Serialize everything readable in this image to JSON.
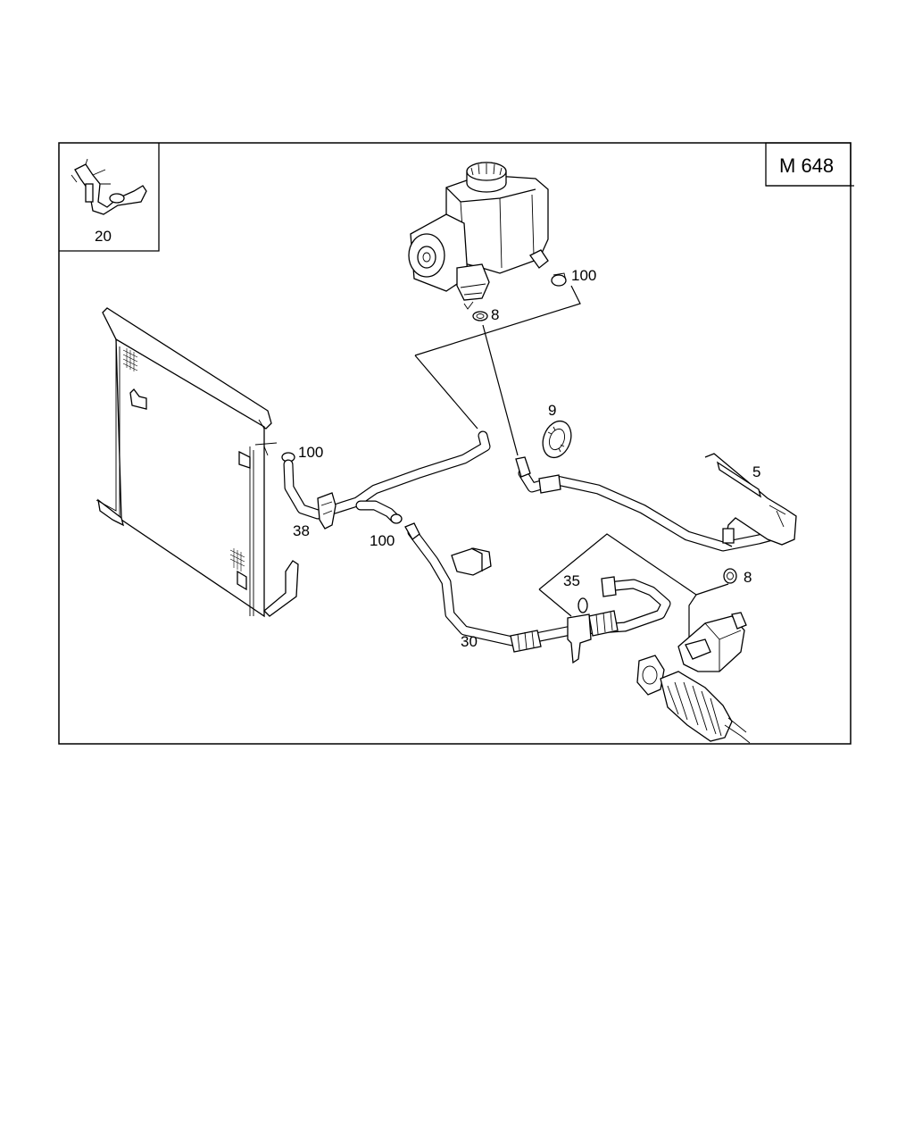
{
  "diagram": {
    "model_code": "M 648",
    "inset_label": "20",
    "callouts": {
      "clamp_pump": "100",
      "seal_pump": "8",
      "seal_ring": "9",
      "line_5": "5",
      "clamp_radiator": "100",
      "clamp_38": "38",
      "clamp_mid": "100",
      "seal_35": "35",
      "seal_rack": "8",
      "line_30": "30"
    }
  }
}
